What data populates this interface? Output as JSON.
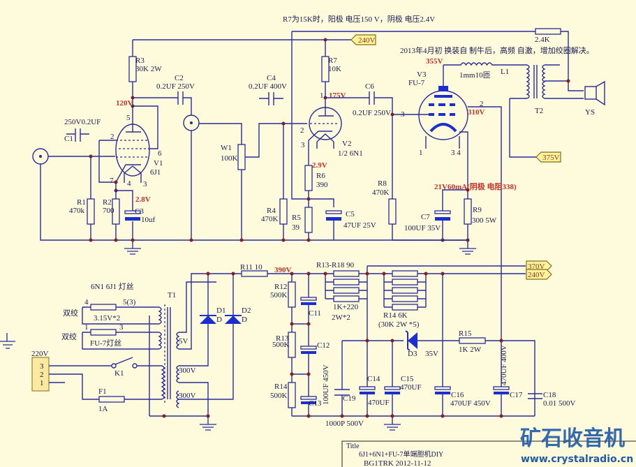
{
  "notes": {
    "top_note": "R7为15K时，阳极 电压150 V，阴极 电压2.4V",
    "mod_note": "2013年4月初 换装自 制牛后，高频 自激，增加绞圈解决。",
    "cathode_note": "21V60mA(阴极 电阻338)",
    "heater_title": "6N1 6J1 灯丝",
    "twisted_1": "双绞",
    "twisted_2": "双绞",
    "heater_fu7": "FU-7灯丝",
    "heater_volt": "3.15V*2"
  },
  "voltages": {
    "v120": "120V",
    "v28": "2.8V",
    "v175": "175V",
    "v29": "2.9V",
    "v355": "355V",
    "v310": "310V",
    "v390": "390V"
  },
  "tags": {
    "t240_top": "240V",
    "t375": "375V",
    "t370": "370V",
    "t240_bottom": "240V"
  },
  "labels": {
    "R1": "R1",
    "R1v": "470k",
    "R2": "R2",
    "R2v": "700",
    "R3": "R3",
    "R3v": "30K 2W",
    "C1": "C1",
    "C1v": "250V0.2UF",
    "C2": "C2",
    "C2v": "0.2UF 250V",
    "C3": "C3",
    "C3v": "10uf",
    "C4": "C4",
    "C4v": "0.2UF 400V",
    "V1": "V1",
    "V1v": "6J1",
    "W1": "W1",
    "W1v": "100K",
    "R4": "R4",
    "R4v": "470K",
    "R5": "R5",
    "R5v": "39",
    "R6": "R6",
    "R6v": "390",
    "R7": "R7",
    "R7v": "10K",
    "C5": "C5",
    "C5v": "47UF 25V",
    "V2": "V2",
    "V2v": "1/2 6N1",
    "C6": "C6",
    "C6v": "0.2UF 250V",
    "R8": "R8",
    "R8v": "470K",
    "C7": "C7",
    "C7v": "100UF 35V",
    "R9": "R9",
    "R9v": "300 5W",
    "V3": "V3",
    "V3v": "FU-7",
    "L1": "L1",
    "L1v": "1mm10匝",
    "T2": "T2",
    "YS": "YS",
    "R24": "2.4K",
    "T1": "T1",
    "D1": "D1",
    "D2": "D2",
    "D": "D",
    "K1": "K1",
    "F1": "F1",
    "F1v": "1A",
    "mains": "220V",
    "s5v": "5V",
    "s300a": "300V",
    "s300b": "300V",
    "R11": "R11  10",
    "R12": "R12",
    "R12v": "500K",
    "R13": "R13",
    "R13v": "500K",
    "R14": "R14",
    "R14v": "500K",
    "C11": "C11",
    "C12": "C12",
    "C13": "C13",
    "C13v": "100UF 450V",
    "Rbank1": "R13-R18 90",
    "Rbank1v": "1K+220",
    "Rbank1w": "2W*2",
    "Rbank2": "R14 6K",
    "Rbank2v": "(30K 2W *5)",
    "C19": "C19",
    "C19v": "1000P 500V",
    "C14": "C14",
    "C14v": "470UF",
    "C15": "C15",
    "C15v": "470UF",
    "D3": "D3",
    "D3v": "35V",
    "R15": "R15",
    "R15v": "1K 2W",
    "C16": "C16",
    "C16v": "470UF 450V",
    "C17": "C17",
    "C17v": "470UF 400V",
    "C18": "C18",
    "C18v": "0.01 500V",
    "pin5": "5",
    "pin2": "2",
    "pin6": "6",
    "pin7": "7",
    "pin4": "4",
    "pin3": "3",
    "v2pin1": "1",
    "v2pin2": "2",
    "v2pin3": "3",
    "v3pin3": "3",
    "v3pin2": "2",
    "v3pin1": "1",
    "v3pin34": "3 4",
    "h4": "4",
    "h53": "5(3)",
    "h1": "1",
    "h3": "3",
    "c3": "3",
    "c2": "2",
    "c1": "1"
  },
  "title_block": {
    "label": "Title",
    "title": "6J1+6N1+FU-7单端胆机DIY",
    "author_date": "BG1TRK 2012-11-12"
  },
  "watermark": {
    "text": "矿石收音机",
    "url": "www.crystalradio.cn"
  },
  "colors": {
    "background": "#fdfbdc",
    "wire": "#2a2a9c",
    "voltage": "#c8302a",
    "tag": "#fff3a0",
    "watermark": "#1e5aa8"
  }
}
